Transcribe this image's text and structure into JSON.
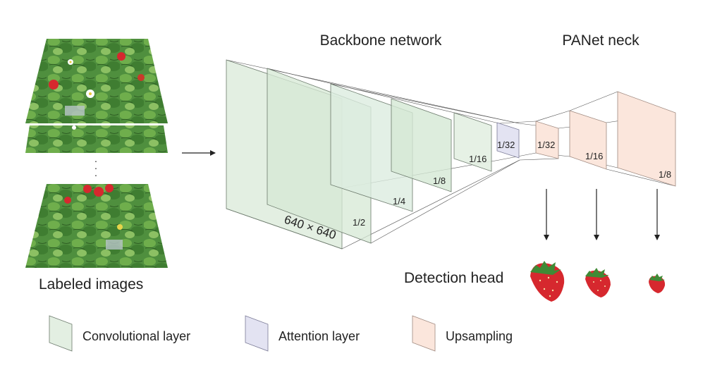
{
  "titles": {
    "backbone": "Backbone network",
    "neck": "PANet neck",
    "detection_head": "Detection head",
    "labeled_images": "Labeled images"
  },
  "input_size": "640 × 640",
  "ellipsis_dots": "·\n·\n·",
  "backbone_scales": [
    "1/2",
    "1/4",
    "1/8",
    "1/16"
  ],
  "attention_scale": "1/32",
  "neck_scales": [
    "1/32",
    "1/16",
    "1/8"
  ],
  "legend": {
    "conv": "Convolutional layer",
    "attention": "Attention layer",
    "upsampling": "Upsampling"
  },
  "colors": {
    "conv_fill": "#e3efe2",
    "conv_fill_dark": "#d2e6d1",
    "attention_fill": "#e3e3f2",
    "upsampling_fill": "#fbe6dc",
    "strawberry_red": "#d6282e",
    "leaf_green": "#3f8a35"
  }
}
